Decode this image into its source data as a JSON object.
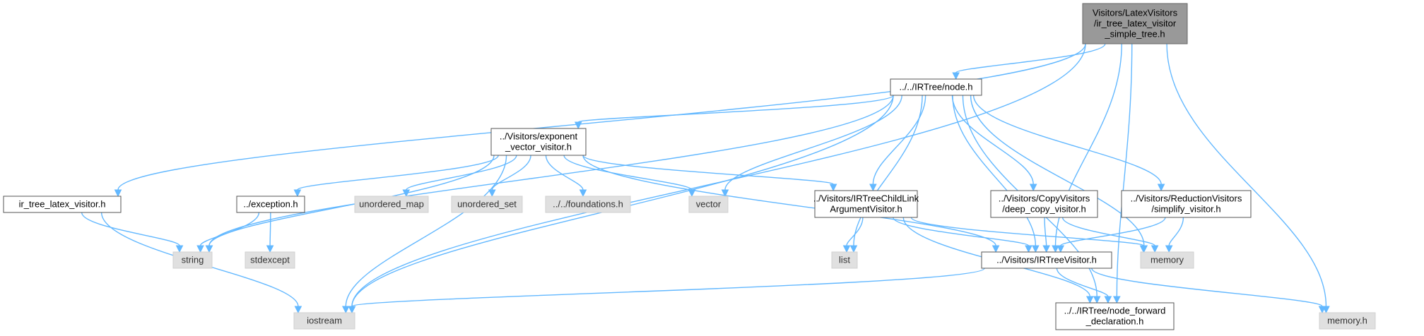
{
  "colors": {
    "edge": "#63b8ff",
    "root_fill": "#999999",
    "node_fill": "#ffffff",
    "external_fill": "#e0e0e0"
  },
  "nodes": [
    {
      "id": "root",
      "kind": "root",
      "lines": [
        "Visitors/LatexVisitors",
        "/ir_tree_latex_visitor",
        "_simple_tree.h"
      ]
    },
    {
      "id": "node_h",
      "kind": "normal",
      "lines": [
        "../../IRTree/node.h"
      ]
    },
    {
      "id": "exponent",
      "kind": "normal",
      "lines": [
        "../Visitors/exponent",
        "_vector_visitor.h"
      ]
    },
    {
      "id": "ir_tree_latex",
      "kind": "normal",
      "lines": [
        "ir_tree_latex_visitor.h"
      ]
    },
    {
      "id": "exception",
      "kind": "normal",
      "lines": [
        "../exception.h"
      ]
    },
    {
      "id": "childlink",
      "kind": "normal",
      "lines": [
        "../Visitors/IRTreeChildLink",
        "ArgumentVisitor.h"
      ]
    },
    {
      "id": "deepcopy",
      "kind": "normal",
      "lines": [
        "../Visitors/CopyVisitors",
        "/deep_copy_visitor.h"
      ]
    },
    {
      "id": "simplify",
      "kind": "normal",
      "lines": [
        "../Visitors/ReductionVisitors",
        "/simplify_visitor.h"
      ]
    },
    {
      "id": "irtreevisitor",
      "kind": "normal",
      "lines": [
        "../Visitors/IRTreeVisitor.h"
      ]
    },
    {
      "id": "nodefwd",
      "kind": "normal",
      "lines": [
        "../../IRTree/node_forward",
        "_declaration.h"
      ]
    },
    {
      "id": "string",
      "kind": "external",
      "lines": [
        "string"
      ]
    },
    {
      "id": "iostream",
      "kind": "external",
      "lines": [
        "iostream"
      ]
    },
    {
      "id": "stdexcept",
      "kind": "external",
      "lines": [
        "stdexcept"
      ]
    },
    {
      "id": "unordered_map",
      "kind": "external",
      "lines": [
        "unordered_map"
      ]
    },
    {
      "id": "unordered_set",
      "kind": "external",
      "lines": [
        "unordered_set"
      ]
    },
    {
      "id": "foundations",
      "kind": "external",
      "lines": [
        "../../foundations.h"
      ]
    },
    {
      "id": "vector",
      "kind": "external",
      "lines": [
        "vector"
      ]
    },
    {
      "id": "list",
      "kind": "external",
      "lines": [
        "list"
      ]
    },
    {
      "id": "memory",
      "kind": "external",
      "lines": [
        "memory"
      ]
    },
    {
      "id": "memory_h",
      "kind": "external",
      "lines": [
        "memory.h"
      ]
    }
  ],
  "edges": [
    [
      "root",
      "node_h"
    ],
    [
      "root",
      "ir_tree_latex"
    ],
    [
      "root",
      "iostream"
    ],
    [
      "root",
      "irtreevisitor"
    ],
    [
      "root",
      "nodefwd"
    ],
    [
      "root",
      "memory_h"
    ],
    [
      "node_h",
      "exponent"
    ],
    [
      "node_h",
      "string"
    ],
    [
      "node_h",
      "vector"
    ],
    [
      "node_h",
      "iostream"
    ],
    [
      "node_h",
      "list"
    ],
    [
      "node_h",
      "childlink"
    ],
    [
      "node_h",
      "irtreevisitor"
    ],
    [
      "node_h",
      "deepcopy"
    ],
    [
      "node_h",
      "simplify"
    ],
    [
      "node_h",
      "memory"
    ],
    [
      "node_h",
      "nodefwd"
    ],
    [
      "exponent",
      "exception"
    ],
    [
      "exponent",
      "string"
    ],
    [
      "exponent",
      "iostream"
    ],
    [
      "exponent",
      "unordered_map"
    ],
    [
      "exponent",
      "unordered_set"
    ],
    [
      "exponent",
      "foundations"
    ],
    [
      "exponent",
      "vector"
    ],
    [
      "exponent",
      "childlink"
    ],
    [
      "exponent",
      "irtreevisitor"
    ],
    [
      "ir_tree_latex",
      "string"
    ],
    [
      "ir_tree_latex",
      "iostream"
    ],
    [
      "exception",
      "string"
    ],
    [
      "exception",
      "stdexcept"
    ],
    [
      "childlink",
      "list"
    ],
    [
      "childlink",
      "irtreevisitor"
    ],
    [
      "childlink",
      "memory"
    ],
    [
      "childlink",
      "nodefwd"
    ],
    [
      "deepcopy",
      "irtreevisitor"
    ],
    [
      "deepcopy",
      "memory"
    ],
    [
      "simplify",
      "irtreevisitor"
    ],
    [
      "simplify",
      "memory"
    ],
    [
      "irtreevisitor",
      "iostream"
    ],
    [
      "irtreevisitor",
      "nodefwd"
    ],
    [
      "irtreevisitor",
      "memory_h"
    ]
  ]
}
